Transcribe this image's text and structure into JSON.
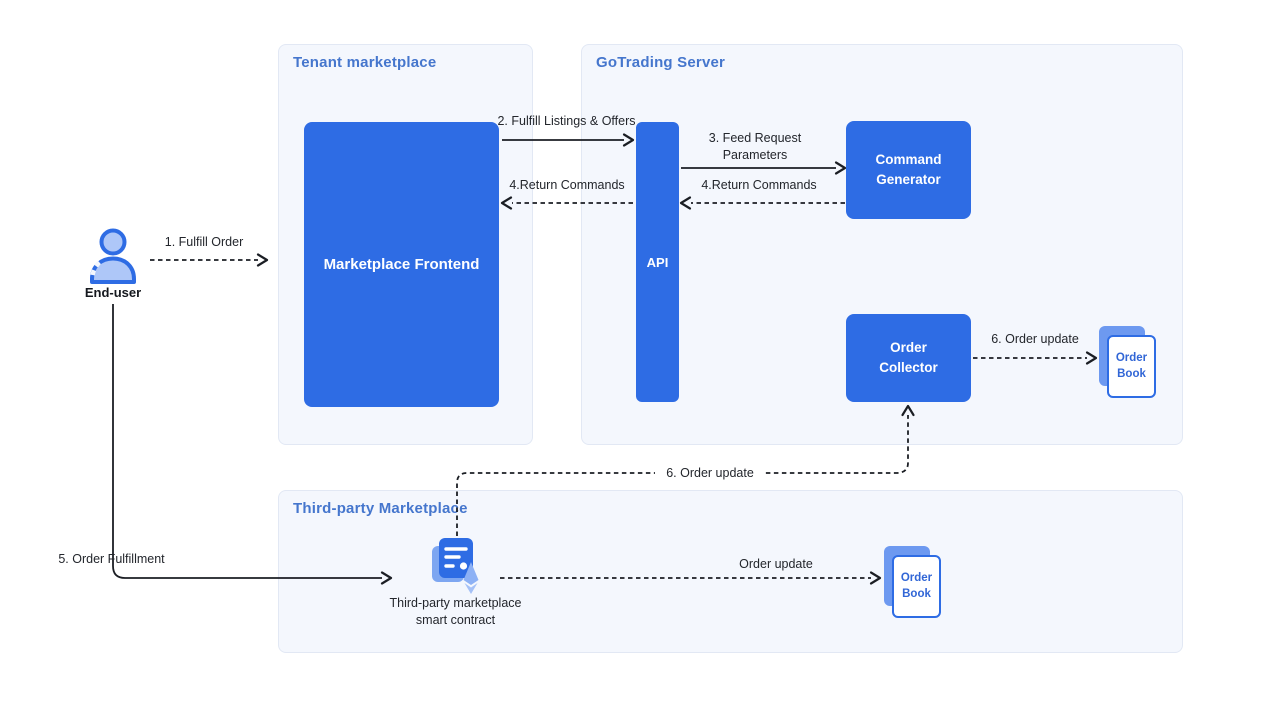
{
  "diagram": {
    "actor": {
      "label": "End-user"
    },
    "groups": {
      "tenant": {
        "title": "Tenant marketplace"
      },
      "gotrading": {
        "title": "GoTrading Server"
      },
      "thirdparty": {
        "title": "Third-party Marketplace"
      }
    },
    "nodes": {
      "marketplace_frontend": {
        "label": "Marketplace Frontend"
      },
      "api": {
        "label": "API"
      },
      "command_generator": {
        "label": "Command Generator"
      },
      "order_collector": {
        "label": "Order Collector"
      },
      "order_book_server": {
        "label": "Order Book"
      },
      "order_book_thirdparty": {
        "label": "Order Book"
      },
      "smart_contract": {
        "label": "Third-party marketplace smart contract"
      }
    },
    "edges": {
      "fulfill_order": {
        "label": "1. Fulfill Order"
      },
      "fulfill_listings_offers": {
        "label": "2. Fulfill Listings & Offers"
      },
      "return_commands_to_frontend": {
        "label": "4.Return Commands"
      },
      "feed_request_parameters": {
        "label": "3. Feed Request Parameters"
      },
      "return_commands_to_api": {
        "label": "4.Return Commands"
      },
      "order_update_to_book": {
        "label": "6. Order update"
      },
      "order_update_to_collector": {
        "label": "6. Order update"
      },
      "order_update_thirdparty": {
        "label": "Order update"
      },
      "order_fulfillment": {
        "label": "5. Order Fulfillment"
      }
    },
    "colors": {
      "node_blue": "#2e6ce4",
      "light_blue": "#6d99f0",
      "group_bg": "#f4f7fd",
      "group_border": "#e2e8f4",
      "title_blue": "#4576cd",
      "line": "#1b1e24"
    }
  }
}
